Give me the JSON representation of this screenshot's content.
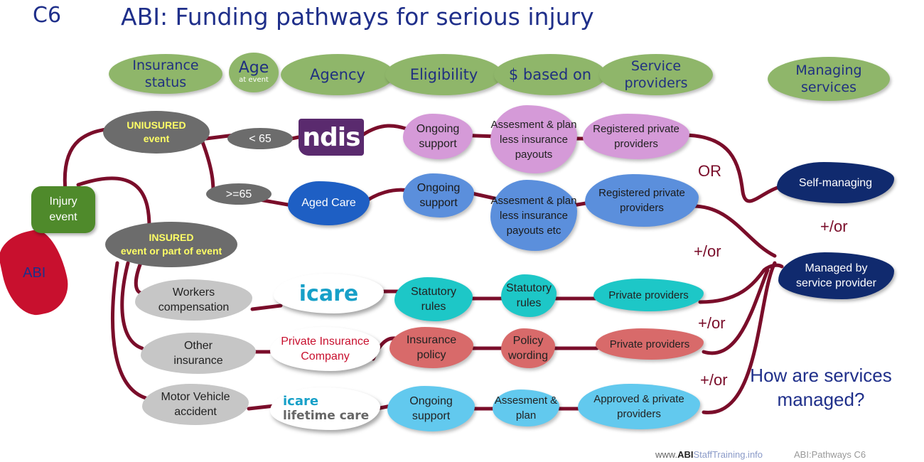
{
  "header": {
    "slide_id": "C6",
    "title": "ABI: Funding pathways for serious injury"
  },
  "columns": {
    "insurance_status": "Insurance status",
    "age": "Age",
    "age_sub": "at event",
    "agency": "Agency",
    "eligibility": "Eligibility",
    "based_on": "$ based on",
    "service_providers": "Service providers",
    "managing_services": "Managing services"
  },
  "start": {
    "abi": "ABI",
    "injury_event": "Injury event"
  },
  "uninsured": {
    "label": "UNIUSURED",
    "sub": "event",
    "age_under": "< 65",
    "age_over": ">=65",
    "ndis_logo": "ndis",
    "aged_care": "Aged Care",
    "ndis_row": {
      "eligibility": "Ongoing support",
      "based_on": "Assesment & plan less insurance payouts",
      "providers": "Registered private providers"
    },
    "aged_row": {
      "eligibility": "Ongoing support",
      "based_on": "Assesment & plan less insurance payouts etc",
      "providers": "Registered private providers"
    }
  },
  "insured": {
    "label": "INSURED",
    "sub": "event or part of event",
    "workers": {
      "status": "Workers compensation",
      "agency_logo": "icare",
      "eligibility": "Statutory rules",
      "based_on": "Statutory rules",
      "providers": "Private providers"
    },
    "other": {
      "status": "Other insurance",
      "agency": "Private Insurance Company",
      "eligibility": "Insurance policy",
      "based_on": "Policy wording",
      "providers": "Private providers"
    },
    "motor": {
      "status": "Motor Vehicle accident",
      "agency_logo_top": "icare",
      "agency_logo_bottom": "lifetime care",
      "eligibility": "Ongoing support",
      "based_on": "Assesment & plan",
      "providers": "Approved & private providers"
    }
  },
  "connectors": {
    "or": "OR",
    "and_or_1": "+/or",
    "and_or_2": "+/or",
    "and_or_3": "+/or",
    "and_or_4": "+/or"
  },
  "managing": {
    "self": "Self-managing",
    "provider": "Managed by service provider",
    "question": "How are services managed?"
  },
  "footer": {
    "site_prefix": "www.",
    "site_brand": "ABI",
    "site_suffix": "StaffTraining.info",
    "ref": "ABI:Pathways C6"
  },
  "colors": {
    "line": "#7a0d2a",
    "header_green": "#8fb66a",
    "title_blue": "#1f2f8a",
    "ndis_purple": "#5a2a6e",
    "icare_teal": "#17a0c8"
  }
}
